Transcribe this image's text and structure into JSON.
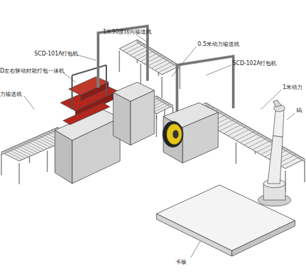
{
  "diagram": {
    "labels": [
      "1米90度转向输送线",
      "SCD-101A打包机",
      "D左右驱动封箱打包一体机",
      "力输送线",
      "0.5米动力输送线",
      "SCD-102A打包机",
      "1米动力",
      "码",
      "卡板"
    ]
  }
}
